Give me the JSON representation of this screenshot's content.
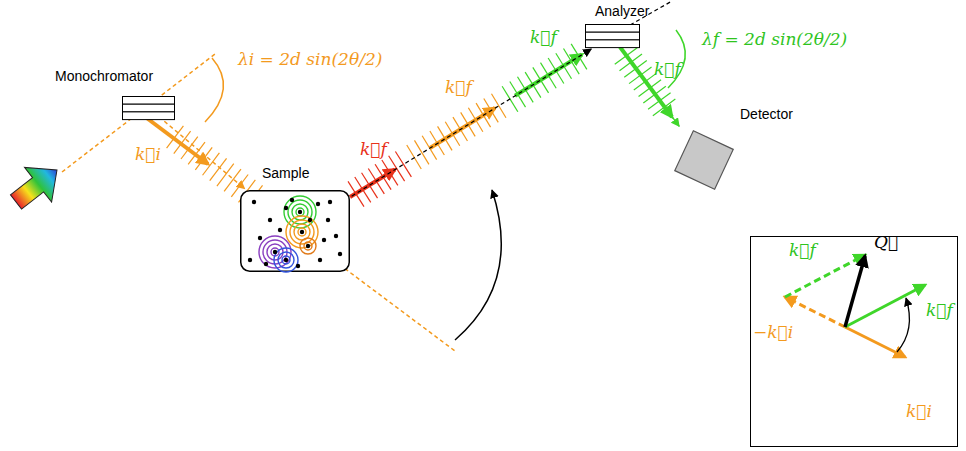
{
  "diagram": {
    "nodes": [
      {
        "text": [
          "Monochromator"
        ]
      },
      {
        "text": [
          "Sample"
        ]
      },
      {
        "text": [
          "Analyzer"
        ]
      },
      {
        "text": [
          "Detector"
        ]
      },
      {
        "text": [
          "k⃗f",
          "Q⃗",
          "k⃗f",
          "−k⃗i",
          "k⃗i"
        ]
      }
    ],
    "edges": [
      {
        "from": 0,
        "to": 1,
        "arrow": "to",
        "label": "k⃗i"
      },
      {
        "from": 1,
        "to": 2,
        "arrow": "to",
        "label": "k⃗f"
      },
      {
        "from": 2,
        "to": 3,
        "arrow": "to",
        "label": "k⃗f"
      }
    ],
    "labels": [
      "λi = 2d sin(2θ/2)",
      "k⃗f",
      "k⃗f",
      "λf = 2d sin(2θ/2)"
    ]
  }
}
